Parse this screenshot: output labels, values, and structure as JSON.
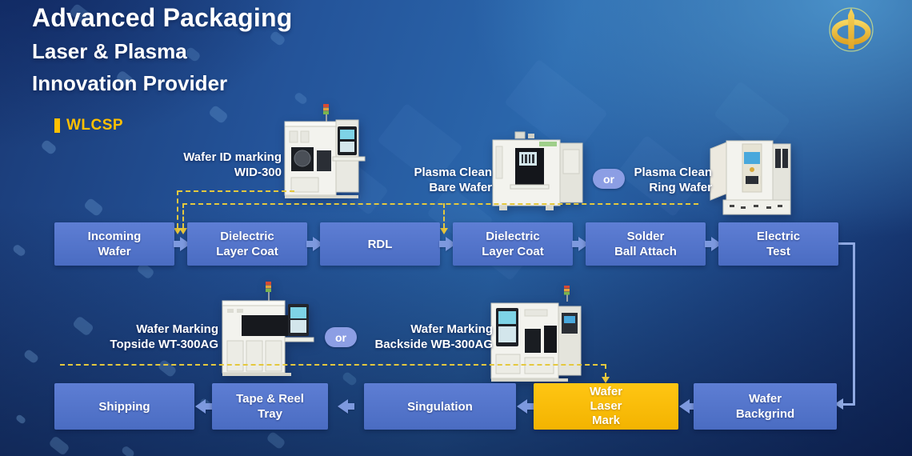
{
  "header": {
    "title": "Advanced Packaging",
    "subtitle1": "Laser & Plasma",
    "subtitle2": "Innovation Provider"
  },
  "section": {
    "label": "WLCSP"
  },
  "icons": {
    "company_logo": "gold-phi-oval-emblem"
  },
  "or_label": "or",
  "machines": [
    {
      "label_line1": "Wafer ID marking",
      "label_line2": "WID-300"
    },
    {
      "label_line1": "Plasma Clean",
      "label_line2": "Bare Wafer"
    },
    {
      "label_line1": "Plasma Clean",
      "label_line2": "Ring Wafer"
    },
    {
      "label_line1": "Wafer Marking",
      "label_line2": "Topside WT-300AG"
    },
    {
      "label_line1": "Wafer Marking",
      "label_line2": "Backside WB-300AG"
    }
  ],
  "flow_top": [
    {
      "line1": "Incoming",
      "line2": "Wafer"
    },
    {
      "line1": "Dielectric",
      "line2": "Layer Coat"
    },
    {
      "line1": "RDL"
    },
    {
      "line1": "Dielectric",
      "line2": "Layer Coat"
    },
    {
      "line1": "Solder",
      "line2": "Ball Attach"
    },
    {
      "line1": "Electric",
      "line2": "Test"
    }
  ],
  "flow_bottom": [
    {
      "line1": "Shipping"
    },
    {
      "line1": "Tape & Reel",
      "line2": "Tray"
    },
    {
      "line1": "Singulation"
    },
    {
      "line1": "Wafer",
      "line2": "Laser",
      "line3": "Mark",
      "highlighted": true
    },
    {
      "line1": "Wafer",
      "line2": "Backgrind"
    }
  ],
  "colors": {
    "accent_yellow": "#ffc000",
    "process_box_blue": "#4f74ca",
    "highlight_box_gold": "#f5b500",
    "or_pill": "#8c9ee4",
    "dashed_connector": "#e4c83e",
    "solid_connector": "#8fa9e2"
  }
}
